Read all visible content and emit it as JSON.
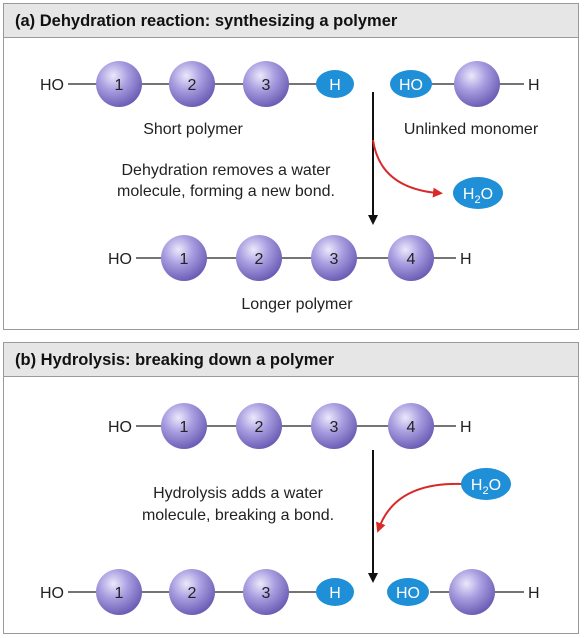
{
  "panel_a": {
    "title": "(a) Dehydration reaction: synthesizing a polymer",
    "short_polymer": {
      "left_end": "HO",
      "monomers": [
        "1",
        "2",
        "3"
      ],
      "right_end": "H",
      "label": "Short polymer"
    },
    "monomer": {
      "left_end": "HO",
      "right_end": "H",
      "label": "Unlinked monomer"
    },
    "explanation": [
      "Dehydration removes a water",
      "molecule, forming a new bond."
    ],
    "water": {
      "main": "H",
      "sub": "2",
      "tail": "O"
    },
    "longer_polymer": {
      "left_end": "HO",
      "monomers": [
        "1",
        "2",
        "3",
        "4"
      ],
      "right_end": "H",
      "label": "Longer polymer"
    }
  },
  "panel_b": {
    "title": "(b) Hydrolysis: breaking down a polymer",
    "polymer": {
      "left_end": "HO",
      "monomers": [
        "1",
        "2",
        "3",
        "4"
      ],
      "right_end": "H"
    },
    "explanation": [
      "Hydrolysis adds a water",
      "molecule, breaking a bond."
    ],
    "water": {
      "main": "H",
      "sub": "2",
      "tail": "O"
    },
    "short_polymer": {
      "left_end": "HO",
      "monomers": [
        "1",
        "2",
        "3"
      ],
      "right_end": "H"
    },
    "monomer": {
      "left_end": "HO",
      "right_end": "H"
    }
  },
  "colors": {
    "monomer_fill": "#9b8fd6",
    "monomer_dark": "#6f61b8",
    "monomer_light": "#d6cff3",
    "hydroxyl_blue": "#1f8fd8",
    "arrow_red": "#d92a2a",
    "header_gray": "#e6e6e6"
  }
}
